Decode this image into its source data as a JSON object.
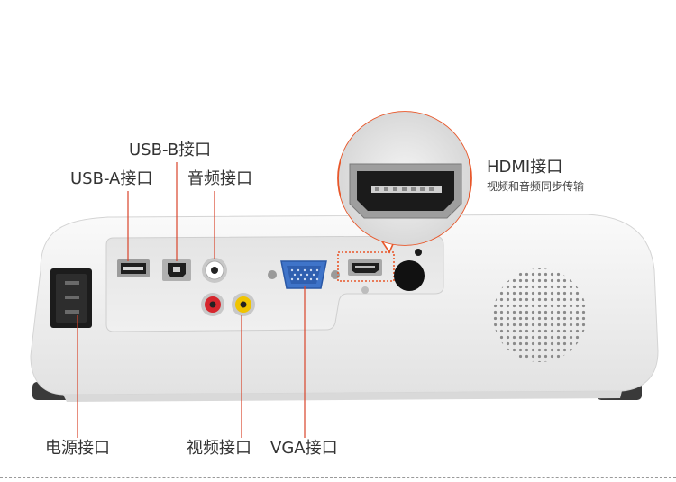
{
  "labels": {
    "usb_b": "USB-B接口",
    "usb_a": "USB-A接口",
    "audio": "音频接口",
    "hdmi": "HDMI接口",
    "hdmi_desc": "视频和音频同步传输",
    "power": "电源接口",
    "video": "视频接口",
    "vga": "VGA接口"
  },
  "colors": {
    "accent": "#e8572a",
    "leader": "#d9442a",
    "body": "#f2f2f2",
    "panel": "#e8e8e8"
  }
}
